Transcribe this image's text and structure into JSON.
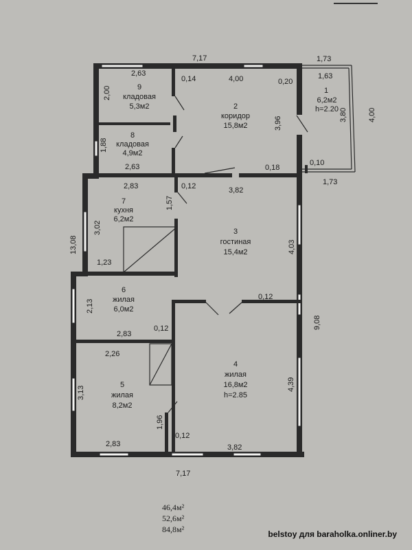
{
  "dimensions": {
    "top_width": "7,17",
    "bottom_width": "7,17",
    "left_height": "13,08",
    "right_height": "9,08",
    "porch_top": "1,73",
    "porch_inner_top": "1,63",
    "porch_bottom": "1,73",
    "porch_outer_height": "4,00",
    "porch_inner_height": "3,80",
    "corridor_top": "4,00",
    "storage9_top": "2,63",
    "storage9_height": "2,00",
    "storage8_height": "1,88",
    "storage8_bottom": "2,63",
    "wall_014": "0,14",
    "wall_020": "0,20",
    "corridor_height": "3,96",
    "wall_010": "0,10",
    "wall_018": "0,18",
    "kitchen_top": "2,83",
    "wall_012_kitchen": "0,12",
    "living_top": "3,82",
    "kitchen_partition": "1,57",
    "kitchen_height": "3,02",
    "kitchen_bottom": "1,23",
    "living_height": "4,03",
    "wall_012_living": "0,12",
    "room6_height": "2,13",
    "room6_bottom": "2,83",
    "wall_012_room6": "0,12",
    "room5_top": "2,26",
    "room5_height": "3,13",
    "room5_bottom": "2,83",
    "room4_partition": "1,96",
    "wall_012_room4": "0,12",
    "room4_bottom": "3,82",
    "room4_height": "4,39"
  },
  "rooms": {
    "r1": {
      "num": "1",
      "area": "6,2м2",
      "height": "h=2.20"
    },
    "r2": {
      "num": "2",
      "name": "коридор",
      "area": "15,8м2"
    },
    "r3": {
      "num": "3",
      "name": "гостиная",
      "area": "15,4м2"
    },
    "r4": {
      "num": "4",
      "name": "жилая",
      "area": "16,8м2",
      "height": "h=2.85"
    },
    "r5": {
      "num": "5",
      "name": "жилая",
      "area": "8,2м2"
    },
    "r6": {
      "num": "6",
      "name": "жилая",
      "area": "6,0м2"
    },
    "r7": {
      "num": "7",
      "name": "кухня",
      "area": "6,2м2"
    },
    "r8": {
      "num": "8",
      "name": "кладовая",
      "area": "4,9м2"
    },
    "r9": {
      "num": "9",
      "name": "кладовая",
      "area": "5,3м2"
    }
  },
  "totals": [
    "46,4м²",
    "52,6м²",
    "84,8м²"
  ],
  "watermark": "belstoy для baraholka.onliner.by",
  "colors": {
    "paper": "#bdbcb8",
    "ink": "#2a2a2a"
  }
}
